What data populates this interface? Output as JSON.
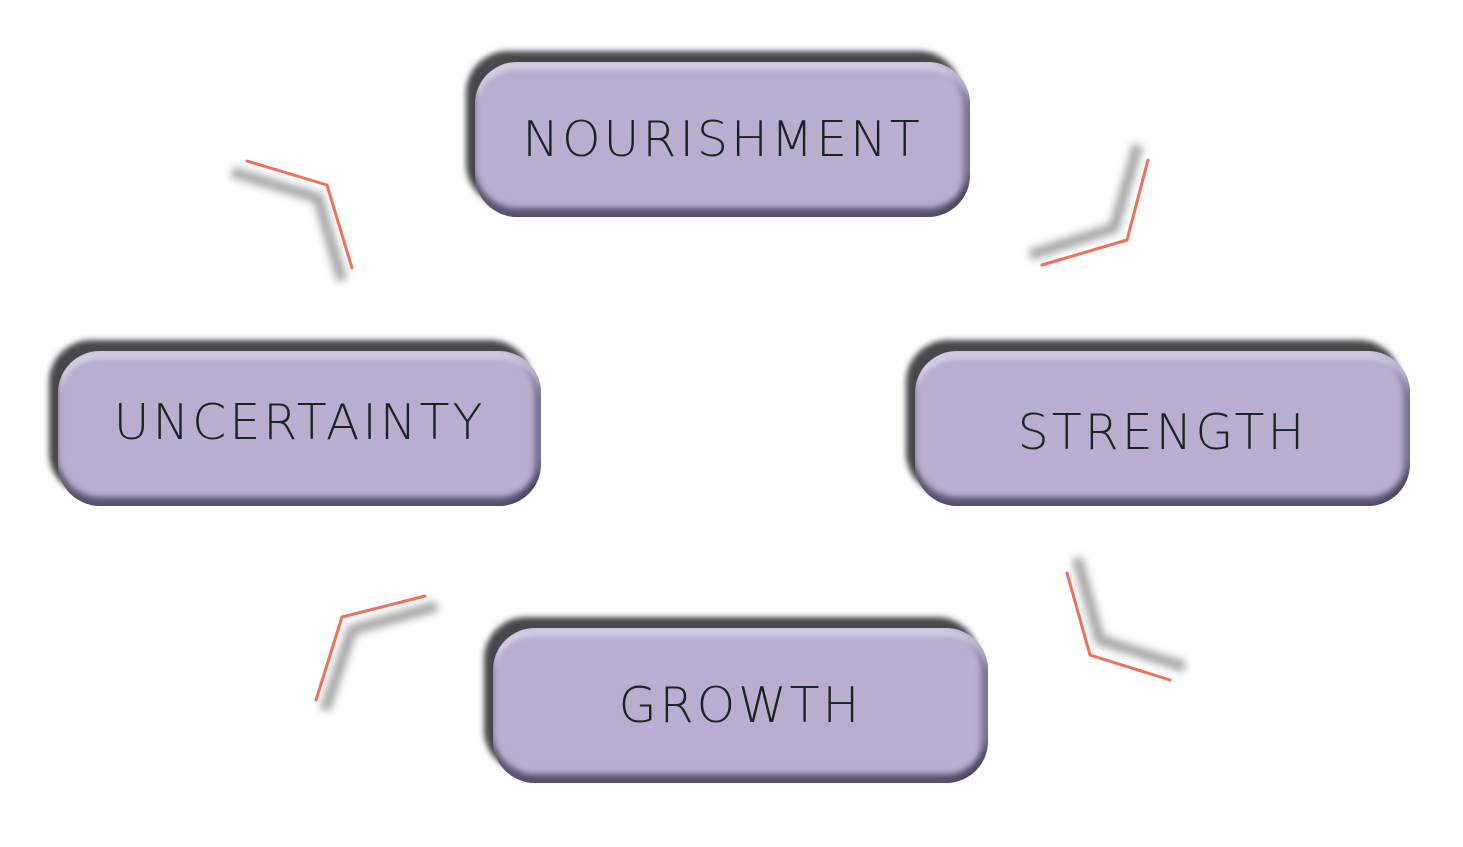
{
  "nodes": {
    "nourishment": "NOURISHMENT",
    "strength": "STRENGTH",
    "growth": "GROWTH",
    "uncertainty": "UNCERTAINTY"
  },
  "colors": {
    "node_fill": "#b9aed0",
    "arrow": "#f0705a",
    "text": "#1b2420"
  }
}
